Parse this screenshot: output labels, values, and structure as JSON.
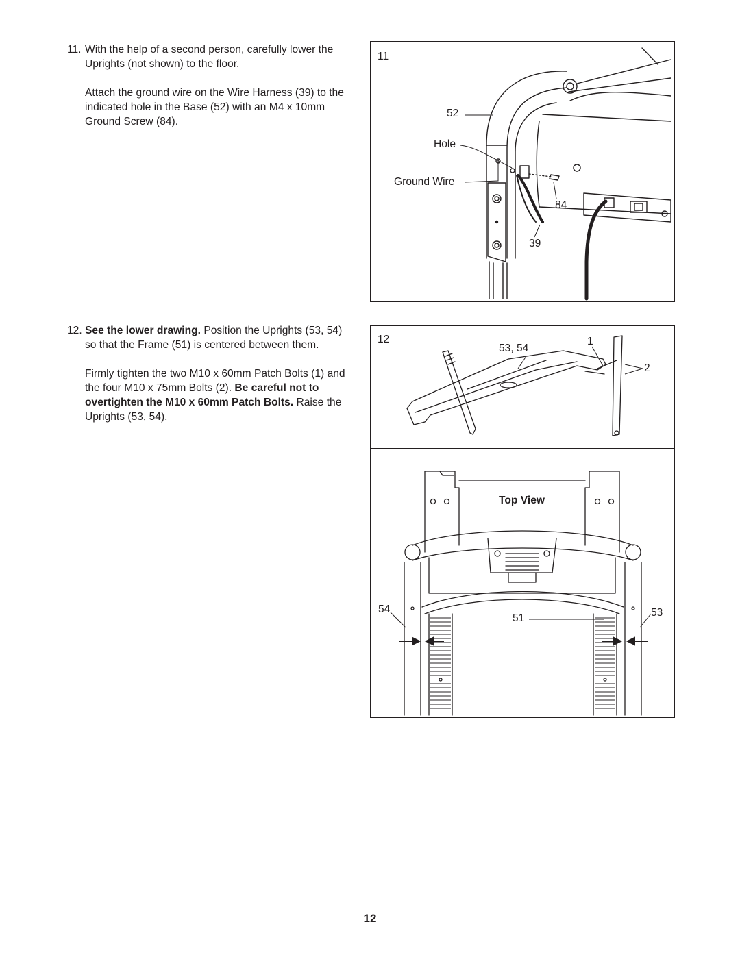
{
  "step11": {
    "number": "11.",
    "para1": "With the help of a second person, carefully lower the Uprights (not shown) to the floor.",
    "para2": "Attach the ground wire on the Wire Harness (39) to the indicated hole in the Base (52) with an M4 x 10mm Ground Screw (84)."
  },
  "step12": {
    "number": "12.",
    "para1_bold": "See the lower drawing.",
    "para1_text": " Position the Uprights (53, 54) so that the Frame (51) is centered between them.",
    "para2_text": "Firmly tighten the two M10 x 60mm Patch Bolts (1) and the four M10 x 75mm Bolts (2). ",
    "para2_bold": "Be careful not to overtighten the M10 x 60mm Patch Bolts.",
    "para2_tail": " Raise the Uprights (53, 54)."
  },
  "figure11": {
    "step_label": "11",
    "labels": {
      "base": "52",
      "hole": "Hole",
      "ground_wire": "Ground Wire",
      "screw": "84",
      "harness": "39"
    }
  },
  "figure12": {
    "step_label": "12",
    "labels": {
      "uprights": "53, 54",
      "patch_bolt": "1",
      "bolts": "2"
    },
    "top_view": {
      "title": "Top View",
      "labels": {
        "left_upright": "54",
        "frame": "51",
        "right_upright": "53"
      }
    }
  },
  "page_number": "12"
}
